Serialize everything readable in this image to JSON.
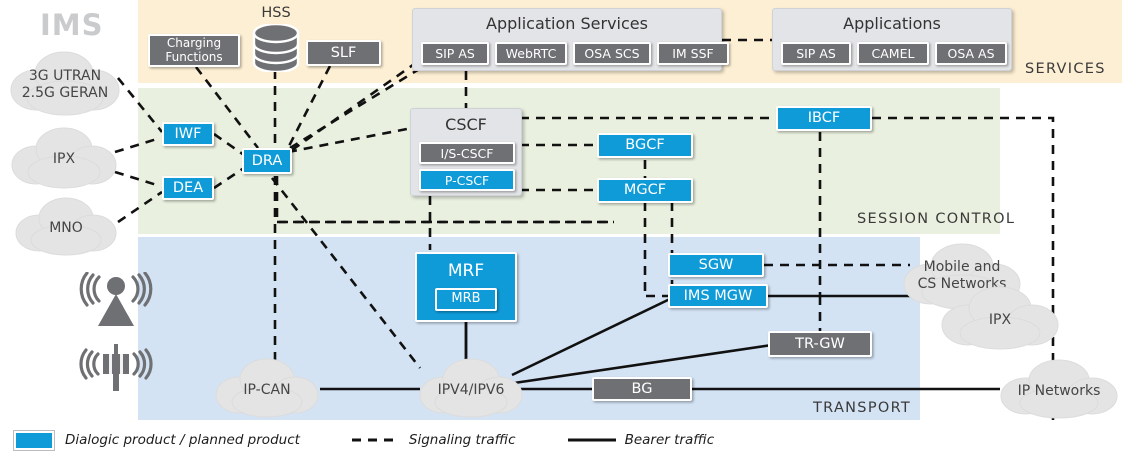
{
  "title": "IMS",
  "bands": [
    {
      "name": "services",
      "label": "SERVICES",
      "color": "#fdefd3"
    },
    {
      "name": "session",
      "label": "SESSION CONTROL",
      "color": "#e9f0df"
    },
    {
      "name": "transport",
      "label": "TRANSPORT",
      "color": "#d3e3f4"
    }
  ],
  "colors": {
    "dialogic_blue": "#0e9bd8",
    "node_gray": "#6f7073",
    "panel_gray": "#e2e4e7",
    "cloud_gray": "#e4e4e4",
    "services_band": "#fdefd3",
    "session_band": "#e9f0df",
    "transport_band": "#d3e3f4"
  },
  "nodes": {
    "charging_functions": {
      "label": "Charging\nFunctions",
      "type": "gray"
    },
    "hss": {
      "label": "HSS",
      "type": "database"
    },
    "slf": {
      "label": "SLF",
      "type": "gray"
    },
    "iwf": {
      "label": "IWF",
      "type": "blue"
    },
    "dea": {
      "label": "DEA",
      "type": "blue"
    },
    "dra": {
      "label": "DRA",
      "type": "blue"
    },
    "bgcf": {
      "label": "BGCF",
      "type": "blue"
    },
    "mgcf": {
      "label": "MGCF",
      "type": "blue"
    },
    "ibcf": {
      "label": "IBCF",
      "type": "blue"
    },
    "mrf": {
      "label": "MRF",
      "type": "blue"
    },
    "mrb": {
      "label": "MRB",
      "type": "blue-nested"
    },
    "sgw": {
      "label": "SGW",
      "type": "blue"
    },
    "ims_mgw": {
      "label": "IMS MGW",
      "type": "blue"
    },
    "tr_gw": {
      "label": "TR-GW",
      "type": "gray"
    },
    "bg": {
      "label": "BG",
      "type": "gray"
    }
  },
  "panels": {
    "application_services": {
      "title": "Application Services",
      "items": [
        {
          "label": "SIP AS",
          "type": "gray"
        },
        {
          "label": "WebRTC",
          "type": "gray"
        },
        {
          "label": "OSA SCS",
          "type": "gray"
        },
        {
          "label": "IM SSF",
          "type": "gray"
        }
      ]
    },
    "applications": {
      "title": "Applications",
      "items": [
        {
          "label": "SIP AS",
          "type": "gray"
        },
        {
          "label": "CAMEL",
          "type": "gray"
        },
        {
          "label": "OSA AS",
          "type": "gray"
        }
      ]
    },
    "cscf": {
      "title": "CSCF",
      "items": [
        {
          "label": "I/S-CSCF",
          "type": "gray"
        },
        {
          "label": "P-CSCF",
          "type": "blue"
        }
      ]
    }
  },
  "clouds": [
    {
      "name": "utran-geran",
      "label": "3G UTRAN\n2.5G GERAN"
    },
    {
      "name": "ipx-left",
      "label": "IPX"
    },
    {
      "name": "mno",
      "label": "MNO"
    },
    {
      "name": "ip-can",
      "label": "IP-CAN"
    },
    {
      "name": "ipv4-ipv6",
      "label": "IPV4/IPV6"
    },
    {
      "name": "mobile-cs",
      "label": "Mobile and\nCS Networks"
    },
    {
      "name": "ipx-right",
      "label": "IPX"
    },
    {
      "name": "ip-networks",
      "label": "IP Networks"
    }
  ],
  "icons": [
    {
      "name": "femtocell-antenna-icon"
    },
    {
      "name": "cell-tower-icon"
    }
  ],
  "legend": {
    "product": "Dialogic product / planned product",
    "signaling": "Signaling traffic",
    "bearer": "Bearer traffic"
  }
}
